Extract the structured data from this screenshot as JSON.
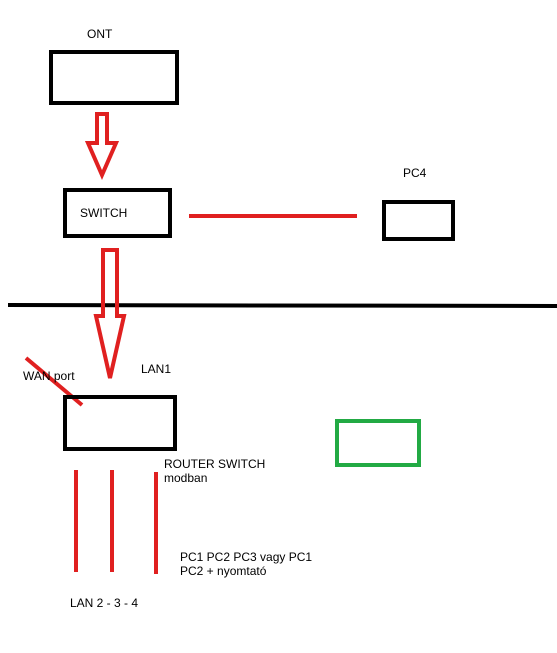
{
  "labels": {
    "ont": "ONT",
    "switch": "SWITCH",
    "pc4": "PC4",
    "wan_port": "WAN port",
    "lan1": "LAN1",
    "router_switch": "ROUTER SWITCH modban",
    "pcs": "PC1 PC2 PC3 vagy PC1 PC2 + nyomtató",
    "lan234": "LAN 2 - 3 - 4"
  },
  "colors": {
    "stroke": "#000000",
    "arrow": "#e02020",
    "link": "#e02020",
    "highlight": "#22aa44",
    "background": "#ffffff"
  }
}
